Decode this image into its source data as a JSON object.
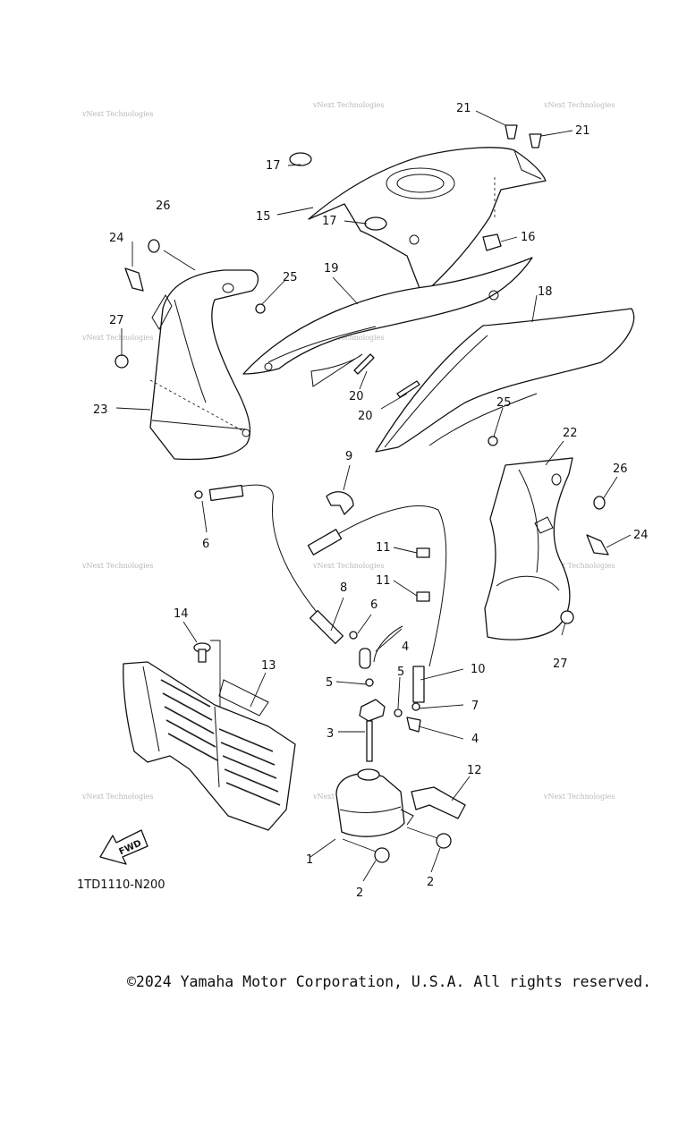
{
  "diagram_code": "1TD1110-N200",
  "fwd_label": "FWD",
  "watermark_text": "vNext Technologies",
  "copyright": "©2024 Yamaha Motor Corporation, U.S.A. All rights reserved.",
  "callouts": [
    "1",
    "2",
    "2",
    "3",
    "4",
    "4",
    "5",
    "5",
    "6",
    "6",
    "7",
    "8",
    "9",
    "10",
    "11",
    "11",
    "12",
    "13",
    "14",
    "15",
    "16",
    "17",
    "17",
    "18",
    "19",
    "20",
    "20",
    "21",
    "21",
    "22",
    "23",
    "24",
    "24",
    "25",
    "25",
    "26",
    "26",
    "27",
    "27"
  ]
}
